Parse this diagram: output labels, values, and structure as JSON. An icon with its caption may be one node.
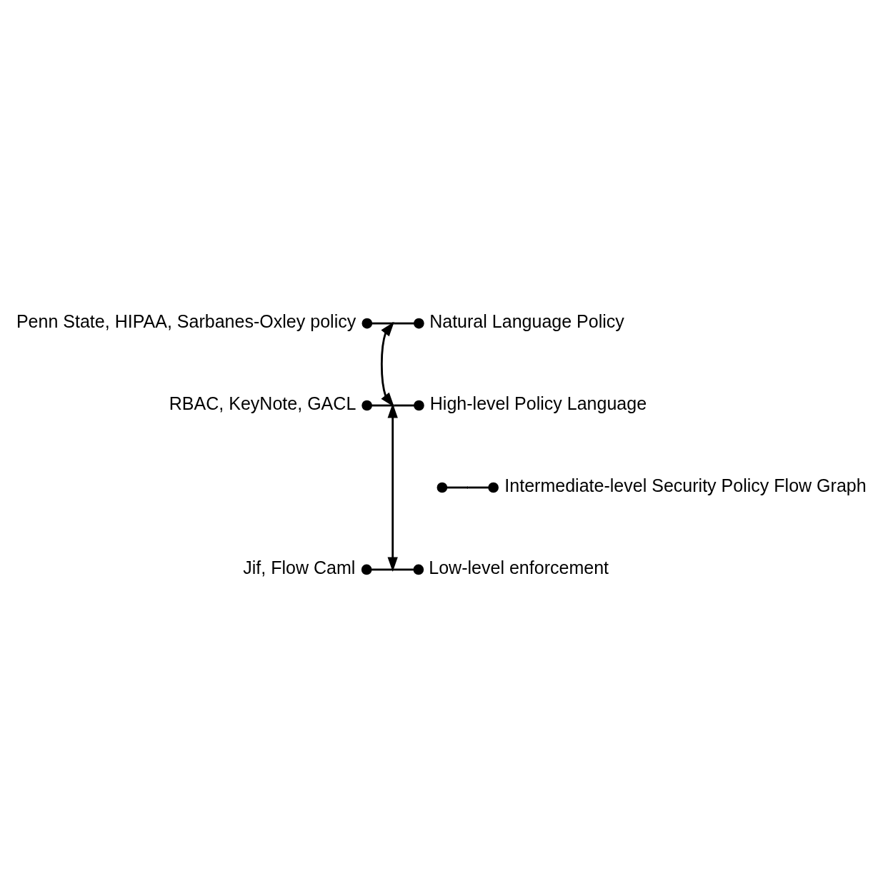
{
  "diagram": {
    "nodes": [
      {
        "text": [
          "Penn State, HIPAA, Sarbanes-Oxley policy"
        ]
      },
      {
        "text": [],
        "shape": "bar"
      },
      {
        "text": [
          "Natural Language Policy"
        ]
      },
      {
        "text": [
          "RBAC, KeyNote, GACL"
        ]
      },
      {
        "text": [],
        "shape": "bar"
      },
      {
        "text": [
          "High-level Policy Language"
        ]
      },
      {
        "text": [],
        "shape": "bar"
      },
      {
        "text": [
          "Intermediate-level Security Policy Flow Graph"
        ]
      },
      {
        "text": [
          "Jif, Flow Caml"
        ]
      },
      {
        "text": [],
        "shape": "bar"
      },
      {
        "text": [
          "Low-level enforcement"
        ]
      }
    ],
    "edges": [
      {
        "from": 1,
        "to": 0,
        "arrow": "other"
      },
      {
        "from": 1,
        "to": 2,
        "arrow": "other"
      },
      {
        "from": 4,
        "to": 3,
        "arrow": "other"
      },
      {
        "from": 4,
        "to": 5,
        "arrow": "other"
      },
      {
        "from": 6,
        "to": null,
        "arrow": "other"
      },
      {
        "from": 6,
        "to": 7,
        "arrow": "other"
      },
      {
        "from": 9,
        "to": 8,
        "arrow": "other"
      },
      {
        "from": 9,
        "to": 10,
        "arrow": "other"
      },
      {
        "from": 1,
        "to": 4,
        "arrow": "both"
      },
      {
        "from": 4,
        "to": 9,
        "arrow": "both"
      }
    ]
  }
}
